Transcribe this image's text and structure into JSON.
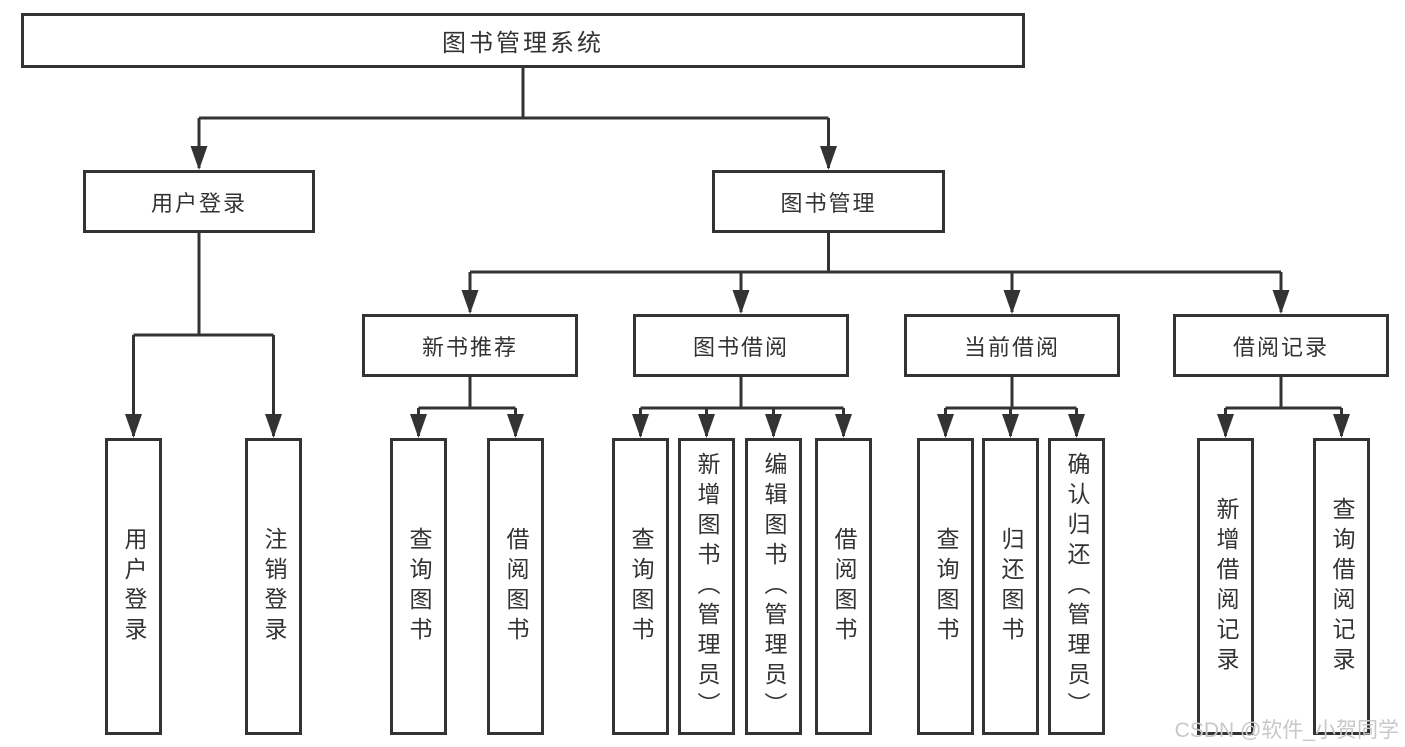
{
  "nodes": {
    "root": "图书管理系统",
    "user_login": "用户登录",
    "book_mgmt": "图书管理",
    "new_books": "新书推荐",
    "book_borrow": "图书借阅",
    "current_borrow": "当前借阅",
    "borrow_records": "借阅记录"
  },
  "leaves": {
    "user_login": [
      "用户登录",
      "注销登录"
    ],
    "new_books": [
      "查询图书",
      "借阅图书"
    ],
    "book_borrow": [
      "查询图书",
      "新增图书（管理员）",
      "编辑图书（管理员）",
      "借阅图书"
    ],
    "current_borrow": [
      "查询图书",
      "归还图书",
      "确认归还（管理员）"
    ],
    "borrow_records": [
      "新增借阅记录",
      "查询借阅记录"
    ]
  },
  "watermark": "CSDN @软件_小贺同学",
  "colors": {
    "line": "#333333",
    "text": "#333333",
    "box_fill": "#ffffff",
    "watermark": "#c8c8c8",
    "background": "#ffffff"
  }
}
